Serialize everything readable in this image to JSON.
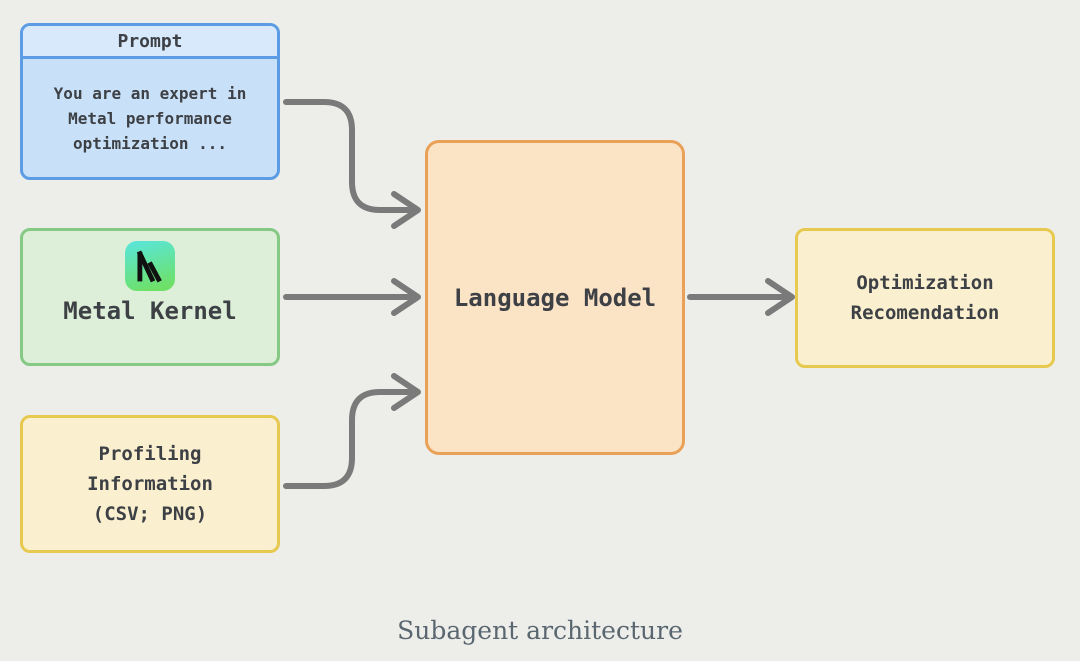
{
  "caption": "Subagent architecture",
  "nodes": {
    "prompt": {
      "title": "Prompt",
      "body_lines": [
        "You are an expert in",
        "Metal performance",
        "optimization ..."
      ]
    },
    "metal_kernel": {
      "label": "Metal Kernel",
      "icon": "metal-logo-icon"
    },
    "profiling_information": {
      "lines": [
        "Profiling",
        "Information",
        "(CSV; PNG)"
      ]
    },
    "language_model": {
      "label": "Language Model"
    },
    "optimization_recomendation": {
      "lines": [
        "Optimization",
        "Recomendation"
      ]
    }
  },
  "edges": [
    {
      "from": "prompt",
      "to": "language_model",
      "style": "s-curve-down"
    },
    {
      "from": "metal_kernel",
      "to": "language_model",
      "style": "straight"
    },
    {
      "from": "profiling_information",
      "to": "language_model",
      "style": "s-curve-up"
    },
    {
      "from": "language_model",
      "to": "optimization_recomendation",
      "style": "straight"
    }
  ],
  "colors": {
    "background": "#edeeea",
    "prompt_border": "#5b9ce4",
    "prompt_header_bg": "#d8e9fb",
    "prompt_body_bg": "#c9e1f8",
    "green_border": "#85c985",
    "green_bg": "#ddefd8",
    "yellow_border": "#e7c94f",
    "yellow_bg": "#faf0d0",
    "orange_border": "#e9a157",
    "orange_bg": "#fbe3c6",
    "arrow": "#7a7a7a",
    "node_text": "#3d4045",
    "caption_text": "#5b6770",
    "metal_icon_gradient_start": "#58e6de",
    "metal_icon_gradient_end": "#6fe066"
  }
}
